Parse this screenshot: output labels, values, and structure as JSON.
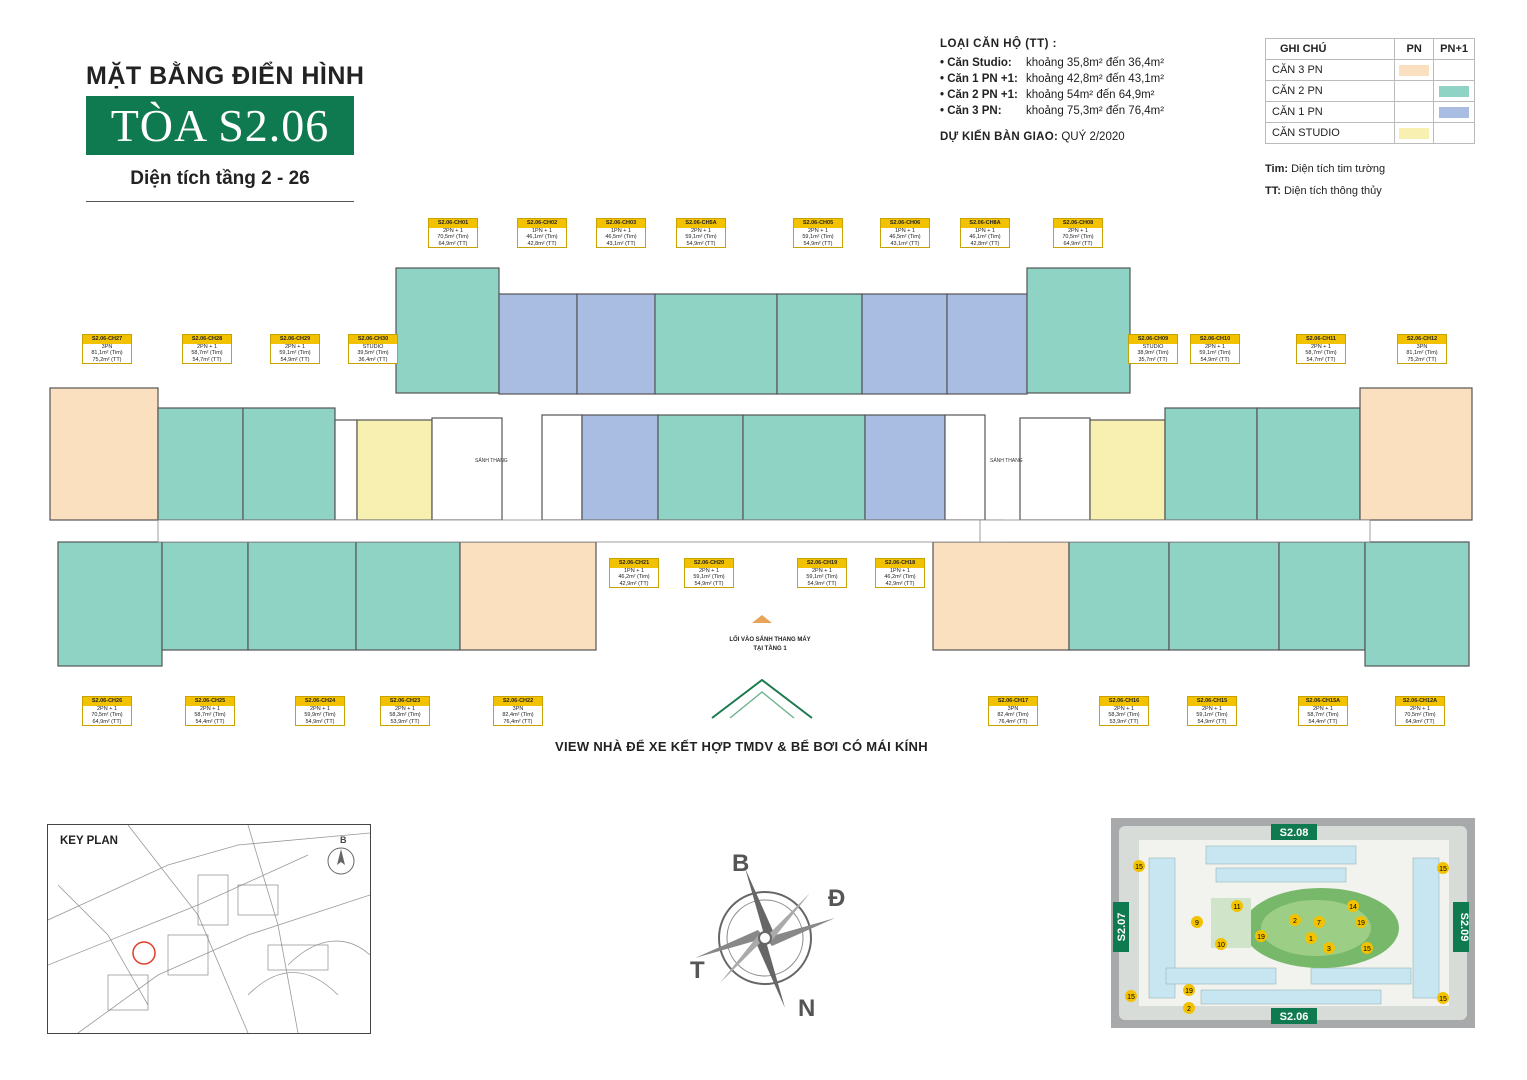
{
  "title": {
    "line1": "MẶT BẰNG ĐIỂN HÌNH",
    "tower": "TÒA S2.06",
    "floors": "Diện tích tầng 2 - 26"
  },
  "apartment_types": {
    "heading": "LOẠI CĂN HỘ (TT) :",
    "items": [
      {
        "label": "• Căn Studio:",
        "value": "khoảng 35,8m² đến 36,4m²"
      },
      {
        "label": "• Căn 1 PN +1:",
        "value": "khoảng 42,8m² đến 43,1m²"
      },
      {
        "label": "• Căn 2 PN +1:",
        "value": "khoảng 54m² đến 64,9m²"
      },
      {
        "label": "• Căn 3 PN:",
        "value": "khoảng 75,3m² đến 76,4m²"
      }
    ],
    "handover_label": "DỰ KIẾN BÀN GIAO:",
    "handover_value": "QUÝ 2/2020"
  },
  "legend": {
    "col_note": "GHI CHÚ",
    "col_pn": "PN",
    "col_pn1": "PN+1",
    "rows": [
      {
        "label": "CĂN 3 PN",
        "pn_color": "#fbe0bf",
        "pn1_color": ""
      },
      {
        "label": "CĂN 2 PN",
        "pn_color": "",
        "pn1_color": "#8fd3c4"
      },
      {
        "label": "CĂN 1 PN",
        "pn_color": "",
        "pn1_color": "#a9bde3"
      },
      {
        "label": "CĂN STUDIO",
        "pn_color": "#f8f0b0",
        "pn1_color": ""
      }
    ],
    "note_tim_label": "Tim:",
    "note_tim": "Diện tích tim tường",
    "note_tt_label": "TT:",
    "note_tt": "Diện tích thông thủy"
  },
  "colors": {
    "brand_green": "#0f7a4f",
    "unit_2pn": "#8fd3c4",
    "unit_1pn": "#a9bde3",
    "unit_3pn": "#fbe0bf",
    "unit_studio": "#f8f0b0",
    "callout": "#f2c200"
  },
  "units_top": [
    {
      "id": "S2.06-CH01",
      "type": "2PN + 1",
      "tim": "70,5m² (Tim)",
      "tt": "64,9m² (TT)"
    },
    {
      "id": "S2.06-CH02",
      "type": "1PN + 1",
      "tim": "46,1m² (Tim)",
      "tt": "42,8m² (TT)"
    },
    {
      "id": "S2.06-CH03",
      "type": "1PN + 1",
      "tim": "46,5m² (Tim)",
      "tt": "43,1m² (TT)"
    },
    {
      "id": "S2.06-CH5A",
      "type": "2PN + 1",
      "tim": "59,1m² (Tim)",
      "tt": "54,9m² (TT)"
    },
    {
      "id": "S2.06-CH05",
      "type": "2PN + 1",
      "tim": "59,1m² (Tim)",
      "tt": "54,9m² (TT)"
    },
    {
      "id": "S2.06-CH06",
      "type": "1PN + 1",
      "tim": "46,5m² (Tim)",
      "tt": "43,1m² (TT)"
    },
    {
      "id": "S2.06-CH8A",
      "type": "1PN + 1",
      "tim": "46,1m² (Tim)",
      "tt": "42,8m² (TT)"
    },
    {
      "id": "S2.06-CH08",
      "type": "2PN + 1",
      "tim": "70,5m² (Tim)",
      "tt": "64,9m² (TT)"
    }
  ],
  "units_upper": [
    {
      "id": "S2.06-CH27",
      "type": "3PN",
      "tim": "81,1m² (Tim)",
      "tt": "75,2m² (TT)"
    },
    {
      "id": "S2.06-CH28",
      "type": "2PN + 1",
      "tim": "58,7m² (Tim)",
      "tt": "54,7m² (TT)"
    },
    {
      "id": "S2.06-CH29",
      "type": "2PN + 1",
      "tim": "59,1m² (Tim)",
      "tt": "54,9m² (TT)"
    },
    {
      "id": "S2.06-CH30",
      "type": "STUDIO",
      "tim": "39,5m² (Tim)",
      "tt": "36,4m² (TT)"
    },
    {
      "id": "S2.06-CH09",
      "type": "STUDIO",
      "tim": "38,9m² (Tim)",
      "tt": "35,7m² (TT)"
    },
    {
      "id": "S2.06-CH10",
      "type": "2PN + 1",
      "tim": "59,1m² (Tim)",
      "tt": "54,9m² (TT)"
    },
    {
      "id": "S2.06-CH11",
      "type": "2PN + 1",
      "tim": "58,7m² (Tim)",
      "tt": "54,7m² (TT)"
    },
    {
      "id": "S2.06-CH12",
      "type": "3PN",
      "tim": "81,1m² (Tim)",
      "tt": "75,2m² (TT)"
    }
  ],
  "units_middle": [
    {
      "id": "S2.06-CH21",
      "type": "1PN + 1",
      "tim": "46,2m² (Tim)",
      "tt": "42,9m² (TT)"
    },
    {
      "id": "S2.06-CH20",
      "type": "2PN + 1",
      "tim": "59,1m² (Tim)",
      "tt": "54,9m² (TT)"
    },
    {
      "id": "S2.06-CH19",
      "type": "2PN + 1",
      "tim": "59,1m² (Tim)",
      "tt": "54,9m² (TT)"
    },
    {
      "id": "S2.06-CH18",
      "type": "1PN + 1",
      "tim": "46,2m² (Tim)",
      "tt": "42,9m² (TT)"
    }
  ],
  "units_bottom": [
    {
      "id": "S2.06-CH26",
      "type": "2PN + 1",
      "tim": "70,5m² (Tim)",
      "tt": "64,9m² (TT)"
    },
    {
      "id": "S2.06-CH25",
      "type": "2PN + 1",
      "tim": "58,7m² (Tim)",
      "tt": "54,4m² (TT)"
    },
    {
      "id": "S2.06-CH24",
      "type": "2PN + 1",
      "tim": "59,9m² (Tim)",
      "tt": "54,9m² (TT)"
    },
    {
      "id": "S2.06-CH23",
      "type": "2PN + 1",
      "tim": "58,3m² (Tim)",
      "tt": "53,9m² (TT)"
    },
    {
      "id": "S2.06-CH22",
      "type": "3PN",
      "tim": "82,4m² (Tim)",
      "tt": "76,4m² (TT)"
    },
    {
      "id": "S2.06-CH17",
      "type": "3PN",
      "tim": "82,4m² (Tim)",
      "tt": "76,4m² (TT)"
    },
    {
      "id": "S2.06-CH16",
      "type": "2PN + 1",
      "tim": "58,3m² (Tim)",
      "tt": "53,9m² (TT)"
    },
    {
      "id": "S2.06-CH15",
      "type": "2PN + 1",
      "tim": "59,1m² (Tim)",
      "tt": "54,9m² (TT)"
    },
    {
      "id": "S2.06-CH15A",
      "type": "2PN + 1",
      "tim": "58,7m² (Tim)",
      "tt": "54,4m² (TT)"
    },
    {
      "id": "S2.06-CH12A",
      "type": "2PN + 1",
      "tim": "70,5m² (Tim)",
      "tt": "64,9m² (TT)"
    }
  ],
  "plan_labels": {
    "entry": "LỐI VÀO SẢNH THANG MÁY TẠI TẦNG 1",
    "view": "VIEW NHÀ ĐỂ XE KẾT HỢP TMDV & BỂ BƠI CÓ MÁI KÍNH",
    "lobby": "SẢNH THANG"
  },
  "keyplan": {
    "title": "KEY PLAN",
    "north": "B"
  },
  "compass": {
    "n": "B",
    "e": "Đ",
    "s": "N",
    "w": "T"
  },
  "site": {
    "top": "S2.08",
    "left": "S2.07",
    "right": "S2.09",
    "bottom": "S2.06",
    "amenities": [
      "15",
      "11",
      "9",
      "7",
      "2",
      "14",
      "19",
      "1",
      "3",
      "10",
      "19",
      "15",
      "15",
      "2",
      "19",
      "15",
      "15"
    ]
  }
}
